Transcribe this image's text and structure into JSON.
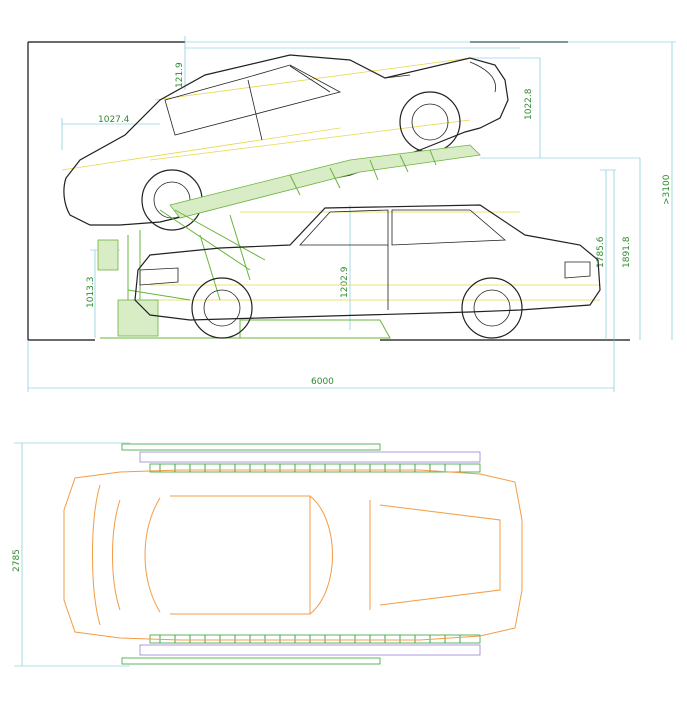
{
  "drawing": {
    "side_view": {
      "dimensions": {
        "top_clearance": "121.9",
        "upper_car_offset": "1027.4",
        "upper_platform_height": "1022.8",
        "total_height": ">3100",
        "platform_height_a": "1785.6",
        "platform_height_b": "1891.8",
        "lower_car_height": "1202.9",
        "column_height": "1013.3",
        "total_length": "6000"
      }
    },
    "plan_view": {
      "dimensions": {
        "total_width": "2785"
      }
    }
  },
  "colors": {
    "dimension_text": "#2e8b2e",
    "dimension_line": "#66c2d6",
    "car_outline": "#222222",
    "platform": "#69b43c",
    "plan_car": "#f39c45",
    "guide": "#e6d84a"
  }
}
